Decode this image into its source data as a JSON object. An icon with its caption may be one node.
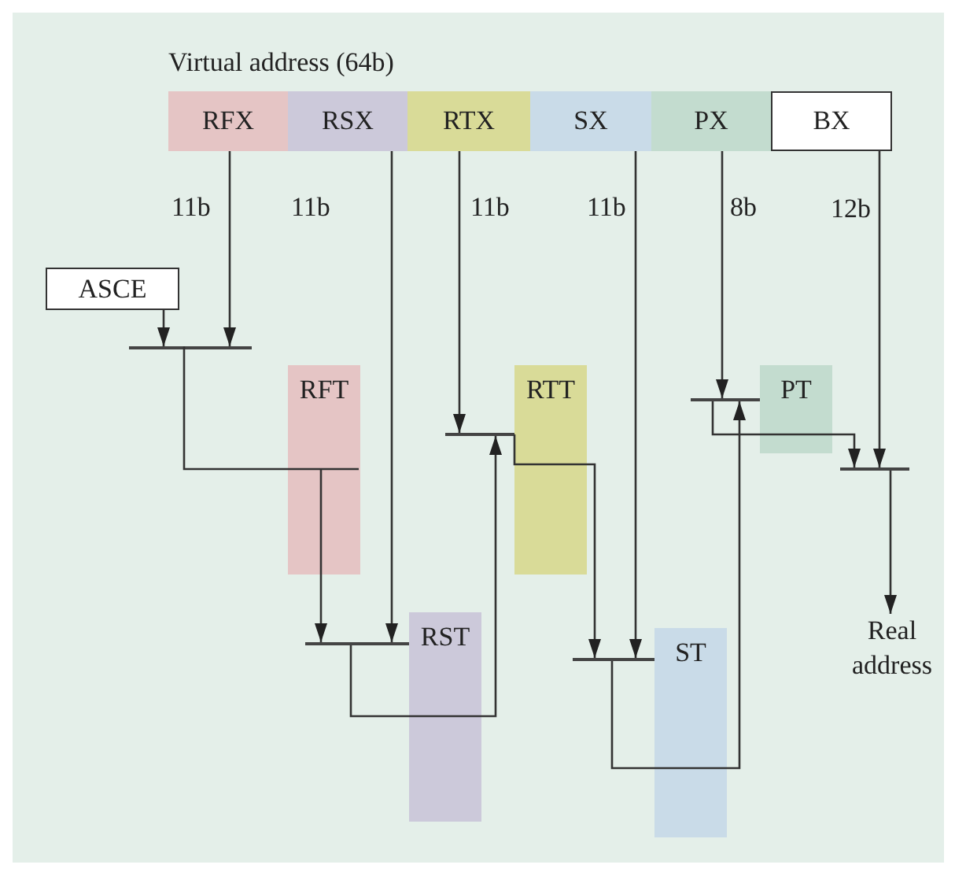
{
  "diagram": {
    "nodes": [
      {
        "text": [
          "Virtual address (64b)"
        ]
      },
      {
        "text": [
          "RFX"
        ],
        "in": 0,
        "beside": [
          "11b"
        ]
      },
      {
        "text": [
          "RSX"
        ],
        "in": 0,
        "beside": [
          "11b"
        ]
      },
      {
        "text": [
          "RTX"
        ],
        "in": 0,
        "beside": [
          "11b"
        ]
      },
      {
        "text": [
          "SX"
        ],
        "in": 0,
        "beside": [
          "11b"
        ]
      },
      {
        "text": [
          "PX"
        ],
        "in": 0,
        "beside": [
          "8b"
        ]
      },
      {
        "text": [
          "BX"
        ],
        "in": 0,
        "beside": [
          "12b"
        ]
      },
      {
        "text": [
          "ASCE"
        ]
      },
      {
        "text": [],
        "shape": "bar"
      },
      {
        "text": [
          "RFT"
        ]
      },
      {
        "text": [],
        "shape": "bar"
      },
      {
        "text": [
          "RST"
        ]
      },
      {
        "text": [],
        "shape": "bar"
      },
      {
        "text": [
          "RTT"
        ]
      },
      {
        "text": [],
        "shape": "bar"
      },
      {
        "text": [
          "ST"
        ]
      },
      {
        "text": [],
        "shape": "bar"
      },
      {
        "text": [
          "PT"
        ]
      },
      {
        "text": [],
        "shape": "bar"
      },
      {
        "text": [
          "Real address"
        ]
      }
    ],
    "edges": [
      {
        "from": 1,
        "to": 8,
        "arrow": "to"
      },
      {
        "from": 7,
        "to": 8,
        "arrow": "to"
      },
      {
        "from": 8,
        "to": 9,
        "arrow": "none"
      },
      {
        "from": 9,
        "to": 10,
        "arrow": "to"
      },
      {
        "from": 2,
        "to": 10,
        "arrow": "to"
      },
      {
        "from": 10,
        "to": 11,
        "arrow": "none"
      },
      {
        "from": 11,
        "to": 12,
        "arrow": "to"
      },
      {
        "from": 3,
        "to": 12,
        "arrow": "to"
      },
      {
        "from": 13,
        "to": 14,
        "arrow": "to"
      },
      {
        "from": 4,
        "to": 14,
        "arrow": "to"
      },
      {
        "from": 14,
        "to": 15,
        "arrow": "none"
      },
      {
        "from": 15,
        "to": 16,
        "arrow": "to"
      },
      {
        "from": 5,
        "to": 16,
        "arrow": "to"
      },
      {
        "from": 16,
        "to": 17,
        "arrow": "none"
      },
      {
        "from": 17,
        "to": 18,
        "arrow": "to"
      },
      {
        "from": 6,
        "to": 18,
        "arrow": "to"
      },
      {
        "from": 18,
        "to": 19,
        "arrow": "to"
      }
    ]
  }
}
